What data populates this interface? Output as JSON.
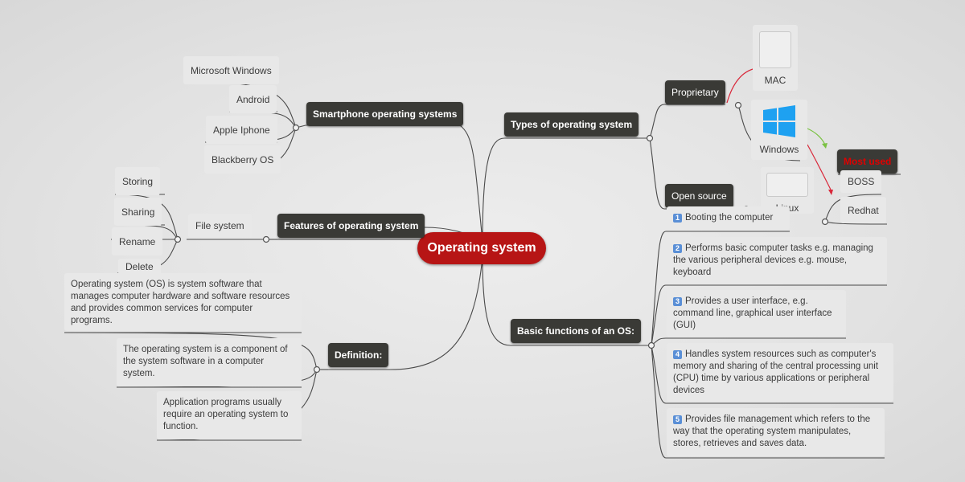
{
  "root": {
    "label": "Operating system"
  },
  "branches": {
    "smartphone": {
      "label": "Smartphone operating systems",
      "children": [
        "Microsoft Windows",
        "Android",
        "Apple Iphone",
        "Blackberry OS"
      ]
    },
    "features": {
      "label": "Features of operating system",
      "file_system": "File system",
      "file_system_children": [
        "Storing",
        "Sharing",
        "Rename",
        "Delete"
      ]
    },
    "definition": {
      "label": "Definition:",
      "children": [
        "Operating system (OS) is system software that manages computer hardware and software resources and provides common services for computer programs.",
        "The operating system is a component of the system software in a computer system.",
        "Application programs usually require an operating system to function."
      ]
    },
    "types": {
      "label": "Types of operating system",
      "proprietary": {
        "label": "Proprietary",
        "children": [
          "MAC",
          "Windows"
        ]
      },
      "open_source": {
        "label": "Open source",
        "linux": "Linux",
        "children": [
          "BOSS",
          "Redhat"
        ]
      },
      "most_used": "Most used"
    },
    "functions": {
      "label": "Basic functions of an OS:",
      "items": [
        {
          "num": "1",
          "text": "Booting the computer"
        },
        {
          "num": "2",
          "text": "Performs basic computer tasks e.g. managing the various peripheral devices e.g. mouse, keyboard"
        },
        {
          "num": "3",
          "text": "Provides a user interface, e.g. command line, graphical user interface (GUI)"
        },
        {
          "num": "4",
          "text": "Handles system resources such as computer's memory and sharing of the central processing unit (CPU) time by various applications or peripheral devices"
        },
        {
          "num": "5",
          "text": "Provides file management which refers to the way that the operating system manipulates, stores, retrieves and saves data."
        }
      ]
    }
  },
  "colors": {
    "root": "#b71515",
    "main_node": "#3a3a36",
    "connector": "#4a4a4a",
    "arrow_green": "#7ac143",
    "arrow_red": "#d9283a",
    "most_used_text": "#e00000"
  }
}
